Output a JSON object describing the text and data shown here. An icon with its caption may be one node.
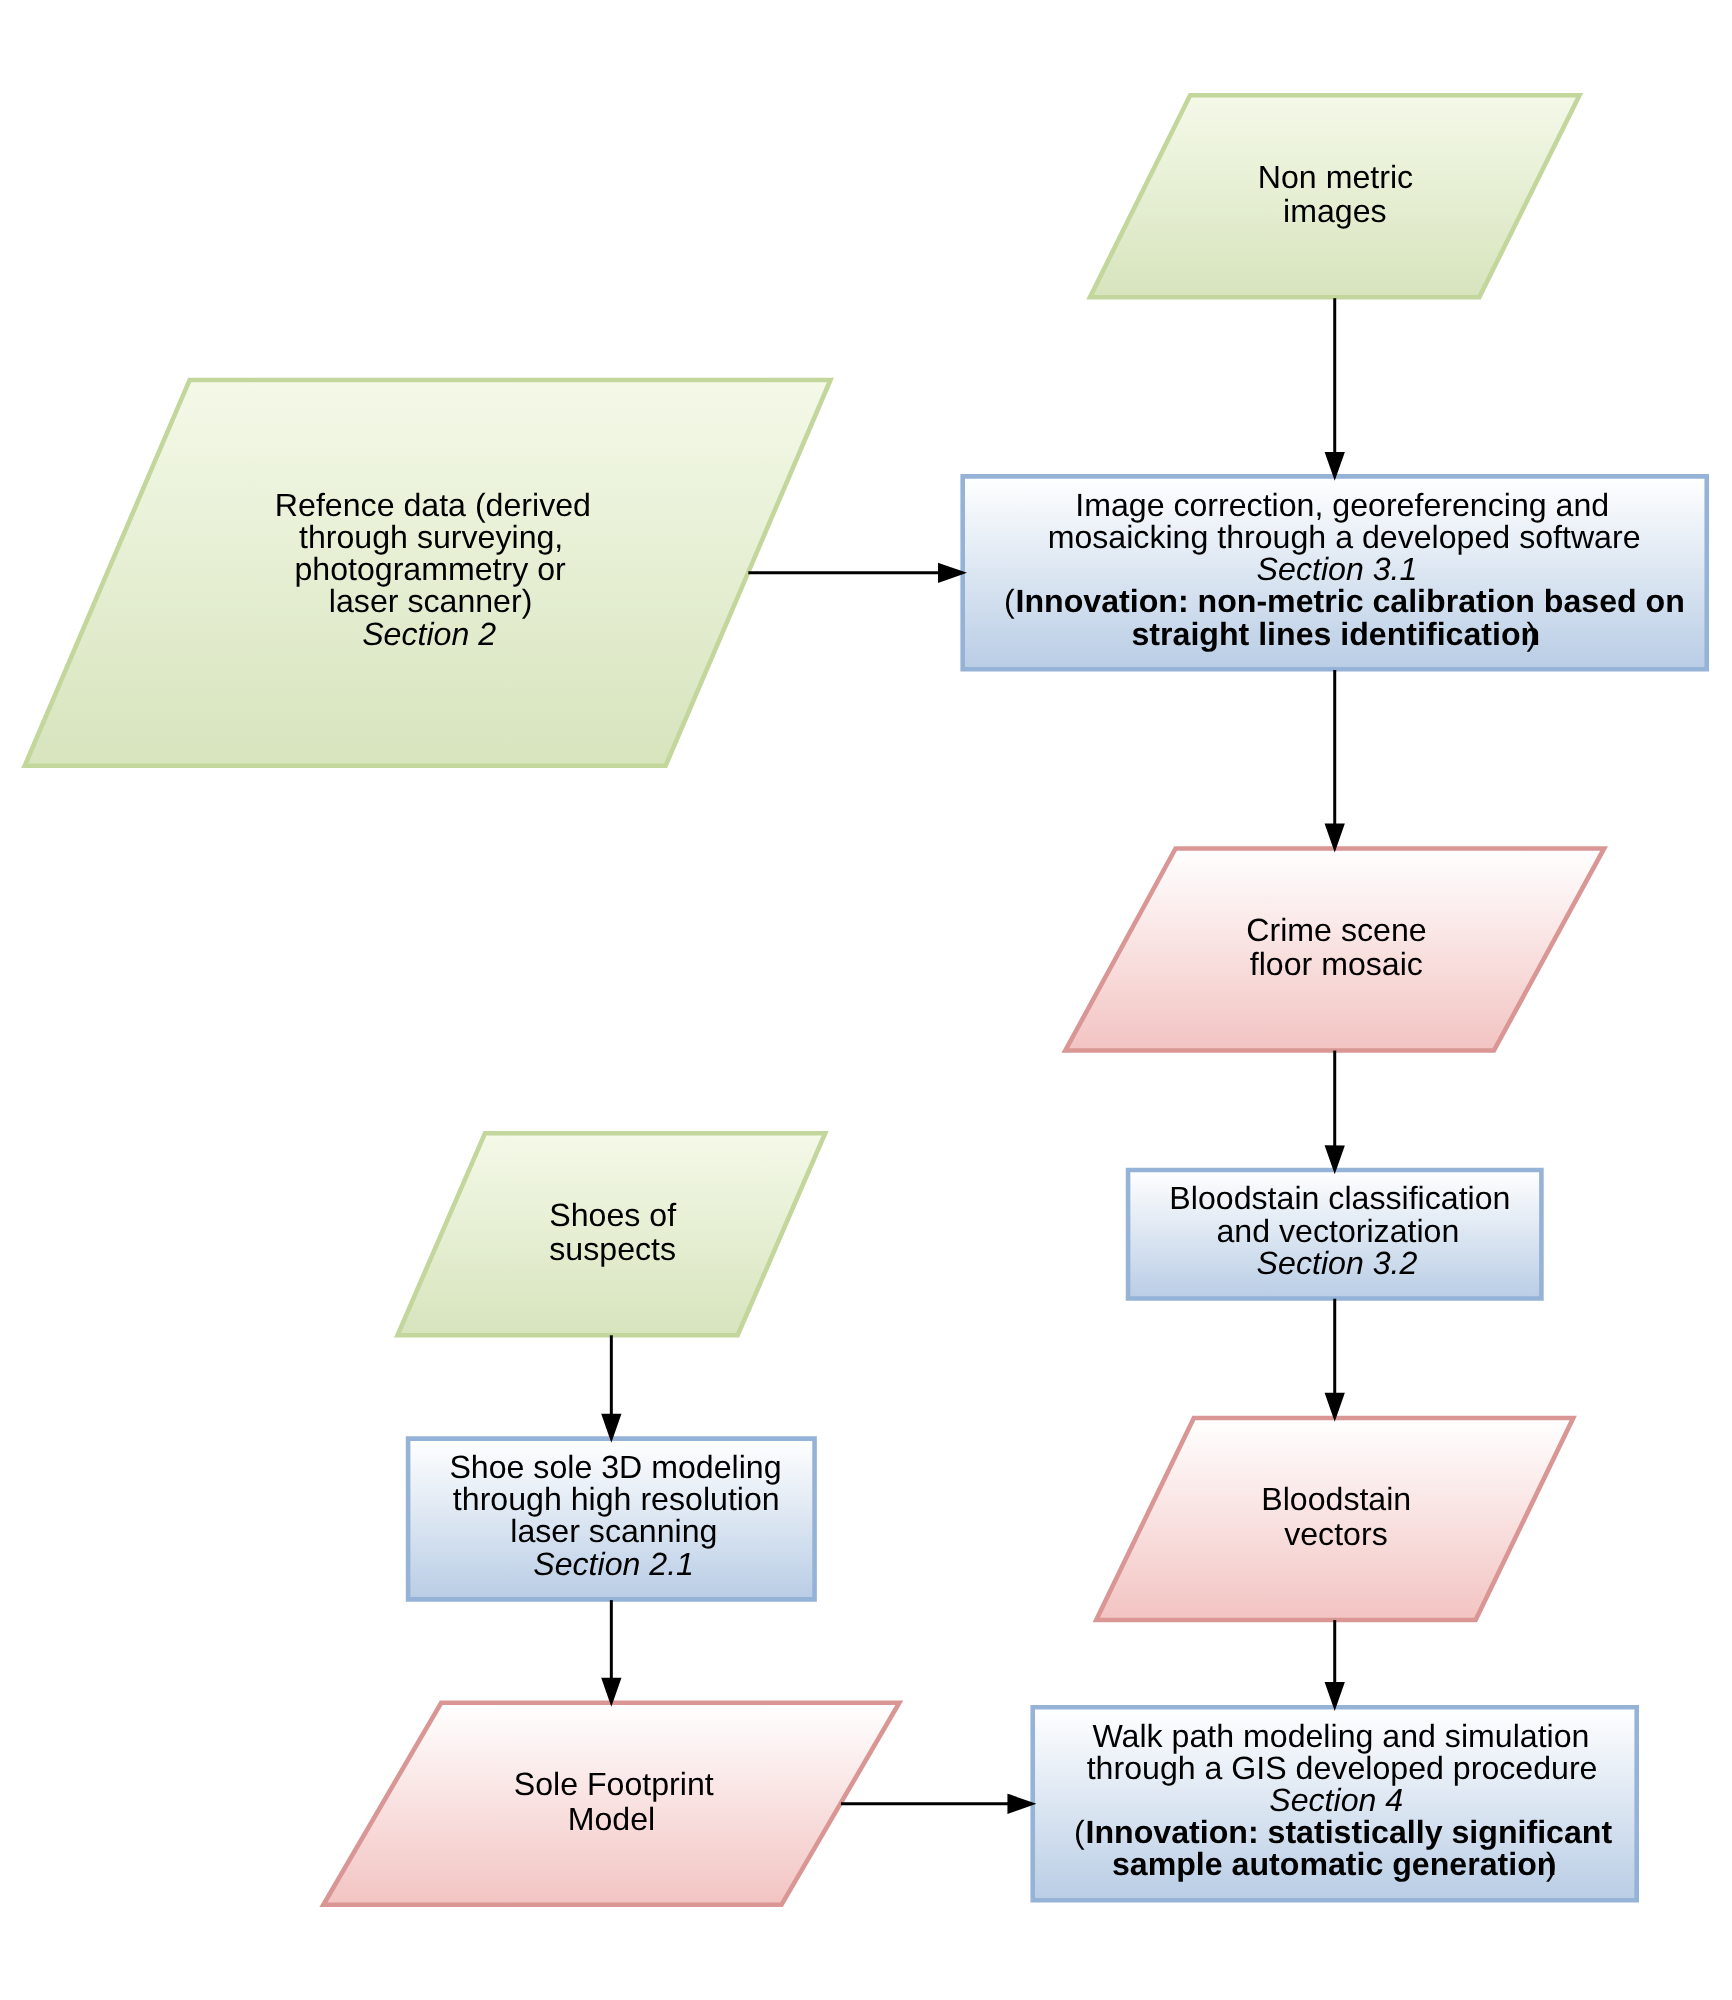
{
  "diagram": {
    "nodes": [
      {
        "text": [
          "Non metric images"
        ]
      },
      {
        "text": [
          "Image correction, georeferencing and mosaicking through a developed software",
          "Section 3.1",
          "(**Innovation: non-metric calibration based on straight lines identification**)"
        ]
      },
      {
        "text": [
          "Refence data (derived through surveying, photogrammetry or laser scanner)",
          "Section 2"
        ]
      },
      {
        "text": [
          "Crime scene floor mosaic"
        ]
      },
      {
        "text": [
          "Bloodstain classification and vectorization",
          "Section 3.2"
        ]
      },
      {
        "text": [
          "Bloodstain vectors"
        ]
      },
      {
        "text": [
          "Shoes of suspects"
        ]
      },
      {
        "text": [
          "Shoe sole 3D modeling through high resolution laser scanning",
          "Section 2.1"
        ]
      },
      {
        "text": [
          "Sole Footprint Model"
        ]
      },
      {
        "text": [
          "Walk path modeling and simulation through a GIS developed procedure",
          "Section 4",
          "(**Innovation: statistically significant sample automatic generation**)"
        ]
      }
    ],
    "edges": [
      {
        "from": 0,
        "to": 1,
        "arrow": "to"
      },
      {
        "from": 2,
        "to": 1,
        "arrow": "to"
      },
      {
        "from": 1,
        "to": 3,
        "arrow": "to"
      },
      {
        "from": 3,
        "to": 4,
        "arrow": "to"
      },
      {
        "from": 4,
        "to": 5,
        "arrow": "to"
      },
      {
        "from": 5,
        "to": 9,
        "arrow": "to"
      },
      {
        "from": 6,
        "to": 7,
        "arrow": "to"
      },
      {
        "from": 7,
        "to": 8,
        "arrow": "to"
      },
      {
        "from": 8,
        "to": 9,
        "arrow": "to"
      }
    ]
  }
}
